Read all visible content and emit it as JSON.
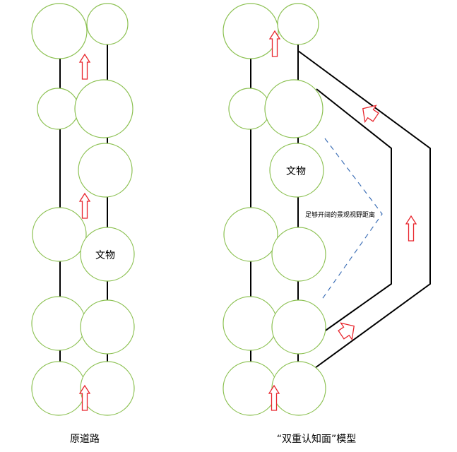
{
  "left_panel": {
    "caption": "原道路",
    "relic_label": "文物"
  },
  "right_panel": {
    "caption": "“双重认知面”模型",
    "relic_label": "文物",
    "view_distance_label": "足够开阔的景观视野距离"
  },
  "colors": {
    "tree_stroke": "#8cc152",
    "path": "#000000",
    "arrow": "#e8262d",
    "sightline": "#3d6fb6"
  }
}
